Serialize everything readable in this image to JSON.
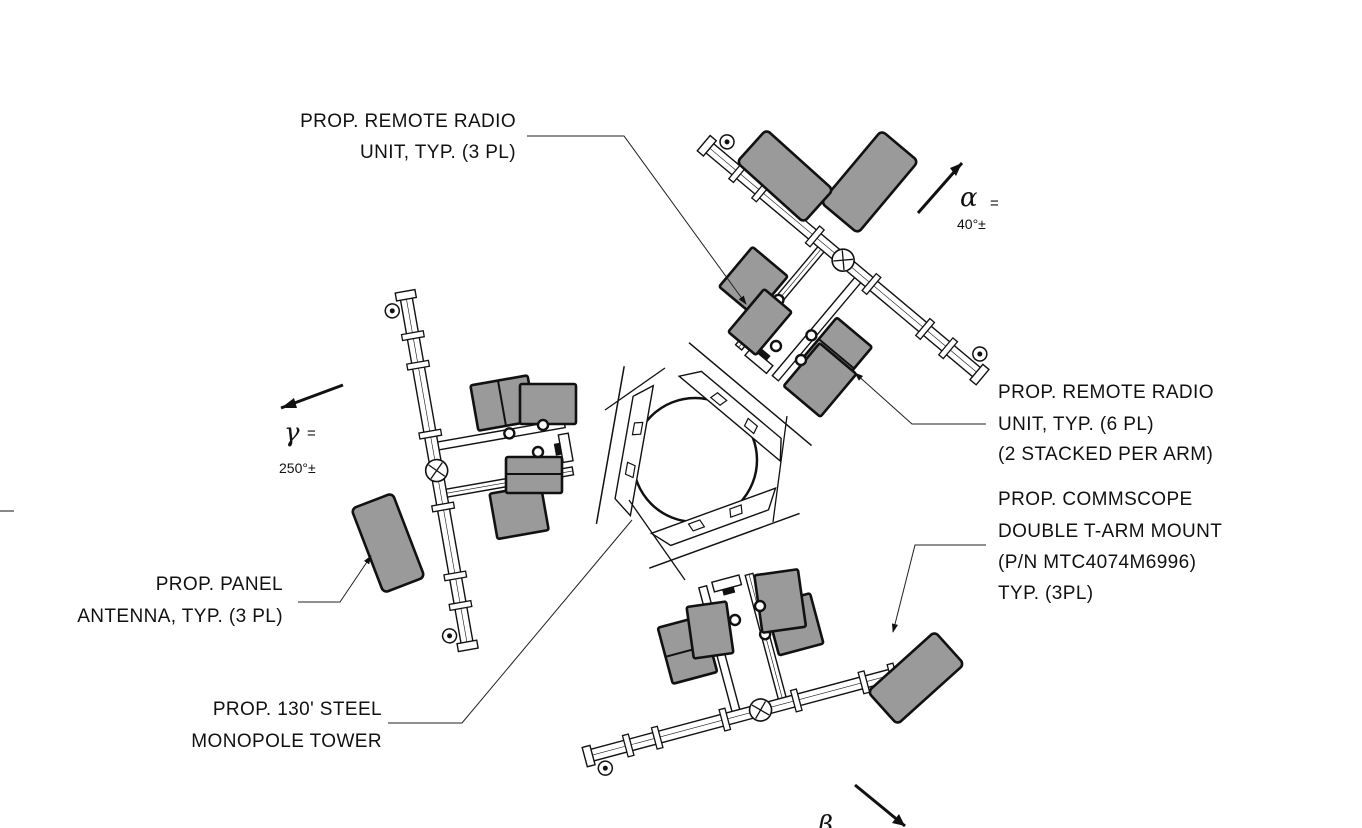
{
  "labels": {
    "rru_3pl": [
      "PROP. REMOTE RADIO",
      "UNIT, TYP.  (3 PL)"
    ],
    "rru_6pl": [
      "PROP. REMOTE RADIO",
      "UNIT, TYP.  (6 PL)",
      "(2 STACKED PER ARM)"
    ],
    "mount": [
      "PROP. COMMSCOPE",
      "DOUBLE T-ARM MOUNT",
      "(P/N MTC4074M6996)",
      "TYP. (3PL)"
    ],
    "panel": [
      "PROP. PANEL",
      "ANTENNA, TYP. (3 PL)"
    ],
    "tower": [
      "PROP. 130' STEEL",
      "MONOPOLE TOWER"
    ]
  },
  "sectors": {
    "alpha": {
      "symbol": "α",
      "eq": "=",
      "azimuth": "40°±"
    },
    "gamma": {
      "symbol": "γ",
      "eq": "=",
      "azimuth": "250°±"
    },
    "beta": {
      "symbol": "β"
    }
  }
}
